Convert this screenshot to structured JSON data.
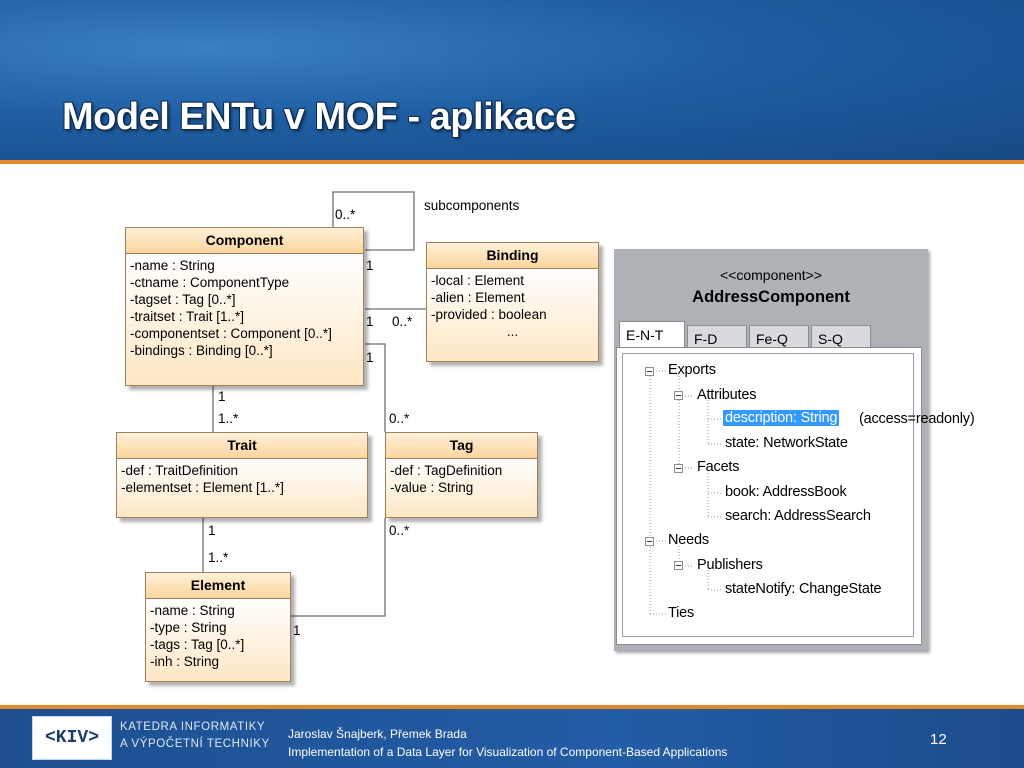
{
  "slide": {
    "title": "Model ENTu v MOF - aplikace",
    "page_number": "12"
  },
  "footer": {
    "logo_text": "<KIV>",
    "department_line1": "KATEDRA INFORMATIKY",
    "department_line2": "A VÝPOČETNÍ TECHNIKY",
    "authors": "Jaroslav Šnajberk, Přemek Brada",
    "subtitle": "Implementation of  a Data Layer for Visualization of Component-Based Applications"
  },
  "uml": {
    "component": {
      "name": "Component",
      "attrs": [
        "-name : String",
        "-ctname : ComponentType",
        "-tagset : Tag [0..*]",
        "-traitset : Trait [1..*]",
        "-componentset : Component [0..*]",
        "-bindings : Binding [0..*]"
      ]
    },
    "binding": {
      "name": "Binding",
      "attrs": [
        "-local : Element",
        "-alien : Element",
        "-provided : boolean"
      ],
      "more": "..."
    },
    "trait": {
      "name": "Trait",
      "attrs": [
        "-def : TraitDefinition",
        "-elementset : Element [1..*]"
      ]
    },
    "tag": {
      "name": "Tag",
      "attrs": [
        "-def : TagDefinition",
        "-value : String"
      ]
    },
    "element": {
      "name": "Element",
      "attrs": [
        "-name : String",
        "-type : String",
        "-tags : Tag [0..*]",
        "-inh : String"
      ]
    },
    "labels": {
      "subcomponents": "subcomponents",
      "self_many": "0..*",
      "self_one": "1",
      "comp_binding_one": "1",
      "comp_binding_many": "0..*",
      "comp_tag_one": "1",
      "comp_trait_one": "1",
      "trait_many": "1..*",
      "tag_many_top": "0..*",
      "trait_elem_one": "1",
      "elem_many": "1..*",
      "tag_many_bottom": "0..*",
      "elem_tag_one": "1"
    }
  },
  "panel": {
    "stereotype": "<<component>>",
    "component_name": "AddressComponent",
    "tabs": [
      "E-N-T",
      "F-D",
      "Fe-Q",
      "S-Q"
    ],
    "tree": {
      "exports": "Exports",
      "attributes": "Attributes",
      "description": "description: String",
      "description_note": "(access=readonly)",
      "state": "state: NetworkState",
      "facets": "Facets",
      "book": "book: AddressBook",
      "search": "search: AddressSearch",
      "needs": "Needs",
      "publishers": "Publishers",
      "statenotify": "stateNotify: ChangeState",
      "ties": "Ties"
    }
  }
}
